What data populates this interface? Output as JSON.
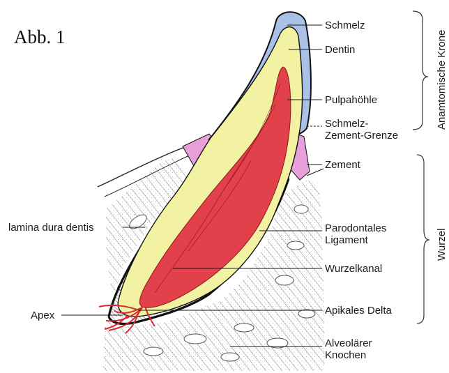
{
  "figure_label": "Abb. 1",
  "labels": {
    "schmelz": "Schmelz",
    "dentin": "Dentin",
    "pulpahoehle": "Pulpahöhle",
    "sz_grenze_line1": "Schmelz-",
    "sz_grenze_line2": "Zement-Grenze",
    "zement": "Zement",
    "parodontales_line1": "Parodontales",
    "parodontales_line2": "Ligament",
    "wurzelkanal": "Wurzelkanal",
    "apikales_delta": "Apikales Delta",
    "alveolaerer_line1": "Alveolärer",
    "alveolaerer_line2": "Knochen",
    "lamina": "lamina dura dentis",
    "apex": "Apex"
  },
  "groups": {
    "krone": "Anamtomische Krone",
    "wurzel": "Wurzel"
  },
  "colors": {
    "enamel": "#a9c1e6",
    "dentin": "#f3f1a2",
    "pulp": "#e2404a",
    "cementum": "#e7a0d9",
    "outline": "#111111"
  }
}
